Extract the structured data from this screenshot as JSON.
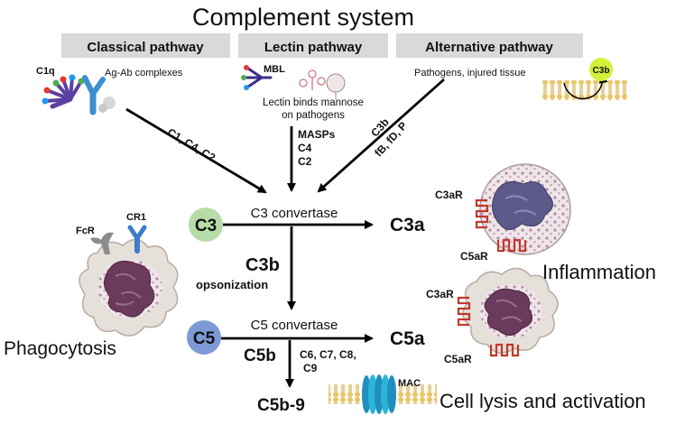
{
  "title": "Complement system",
  "pathways": {
    "classical": {
      "label": "Classical pathway",
      "c1q": "C1q",
      "trigger": "Ag-Ab complexes",
      "arrow_label": "C1, C4, C2"
    },
    "lectin": {
      "label": "Lectin pathway",
      "mbl": "MBL",
      "trigger_line1": "Lectin binds mannose",
      "trigger_line2": "on pathogens",
      "arrow_label_1": "MASPs",
      "arrow_label_2": "C4",
      "arrow_label_3": "C2"
    },
    "alternative": {
      "label": "Alternative pathway",
      "trigger": "Pathogens, injured tissue",
      "c3b_badge": "C3b",
      "arrow_label_1": "C3b",
      "arrow_label_2": "fB, fD, P"
    }
  },
  "c3": {
    "circle": "C3",
    "convertase": "C3 convertase",
    "c3a": "C3a",
    "c3b": "C3b",
    "opsonization": "opsonization"
  },
  "c5": {
    "circle": "C5",
    "convertase": "C5 convertase",
    "c5a": "C5a",
    "c5b": "C5b",
    "late_1": "C6, C7, C8,",
    "late_2": "C9",
    "c5b9": "C5b-9",
    "mac": "MAC"
  },
  "cells": {
    "fcr": "FcR",
    "cr1": "CR1",
    "c3ar_top": "C3aR",
    "c5ar_top": "C5aR",
    "c3ar_bottom": "C3aR",
    "c5ar_bottom": "C5aR"
  },
  "outcomes": {
    "phagocytosis": "Phagocytosis",
    "inflammation": "Inflammation",
    "lysis": "Cell lysis and activation"
  },
  "colors": {
    "header_box": "#d9d9d9",
    "c3_circle": "#b7dca8",
    "c5_circle": "#7d9ad6",
    "cell_membrane": "#e6e0da",
    "nucleus": "#6b3a5c",
    "granules": "#b48ea4",
    "receptor_red": "#c0392b",
    "receptor_blue": "#3d7cc9",
    "c3b_badge": "#d4f03a",
    "membrane_yellow": "#e9c46a",
    "mac_teal": "#2bb5d8"
  }
}
